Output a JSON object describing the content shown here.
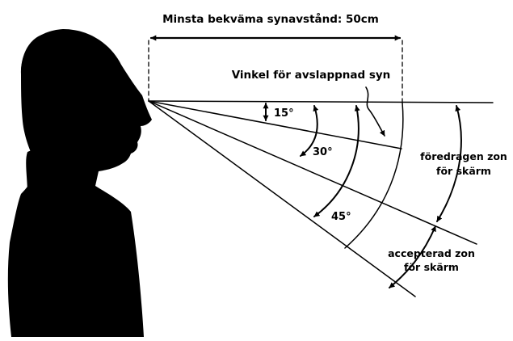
{
  "diagram": {
    "title": "Minsta bekväma synavstånd: 50cm",
    "relaxed_view_label": "Vinkel för avslappnad syn",
    "angles": [
      {
        "label": "15°",
        "degrees": 15
      },
      {
        "label": "30°",
        "degrees": 30
      },
      {
        "label": "45°",
        "degrees": 45
      }
    ],
    "zones": {
      "preferred_line1": "föredragen zon",
      "preferred_line2": "för skärm",
      "accepted_line1": "accepterad zon",
      "accepted_line2": "för skärm"
    },
    "ink_color": "#000000",
    "background_color": "#ffffff"
  }
}
